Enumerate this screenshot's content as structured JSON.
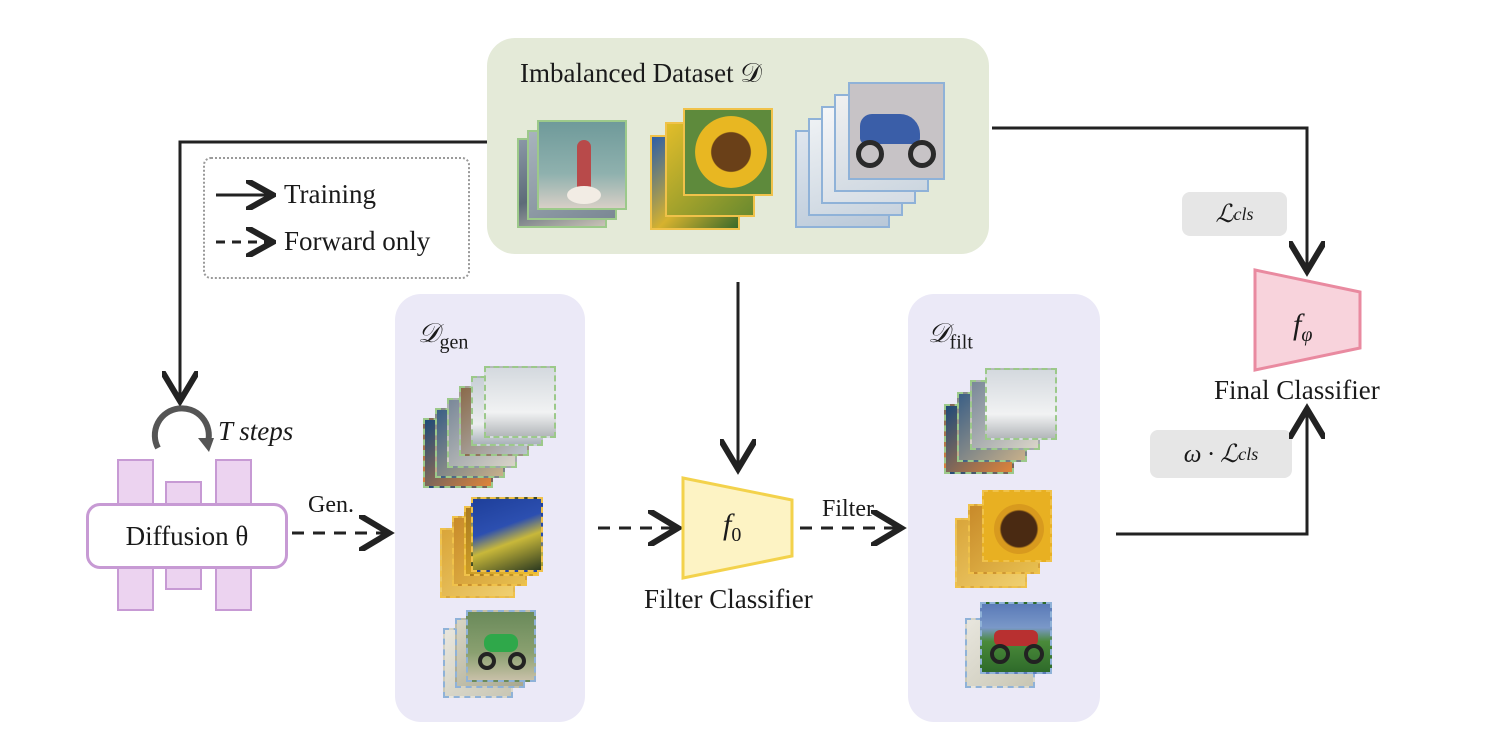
{
  "dataset_title": "Imbalanced Dataset 𝒟",
  "legend": {
    "training": "Training",
    "forward_only": "Forward only"
  },
  "gen_label": {
    "main": "𝒟",
    "sub": "gen"
  },
  "filt_label": {
    "main": "𝒟",
    "sub": "filt"
  },
  "diffusion": {
    "label": "Diffusion θ",
    "steps": "T steps"
  },
  "gen_arrow_label": "Gen.",
  "filter_arrow_label": "Filter",
  "filter_classifier": {
    "symbol": "f",
    "sub": "0",
    "caption": "Filter Classifier"
  },
  "final_classifier": {
    "symbol": "f",
    "sub": "φ",
    "caption": "Final Classifier"
  },
  "loss_top": {
    "main": "ℒ",
    "sub": "cls"
  },
  "loss_bottom": {
    "prefix": "ω · ℒ",
    "sub": "cls"
  },
  "colors": {
    "dataset_panel": "#e4ead8",
    "generated_panel": "#ebe9f7",
    "filter_classifier": "#f3d24c",
    "final_classifier": "#e98aa0",
    "diffusion": "#c79ad4"
  }
}
